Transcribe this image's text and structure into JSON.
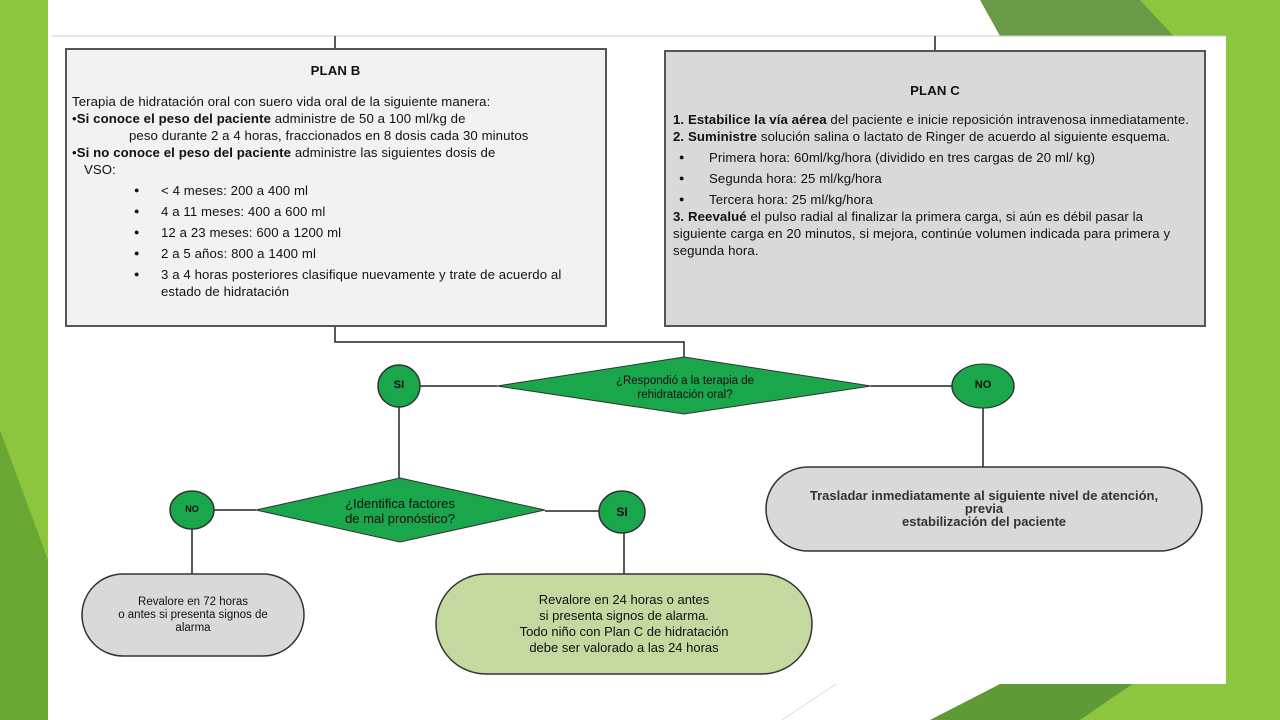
{
  "plan_b": {
    "title": "PLAN B",
    "intro": "Terapia de hidratación oral con suero vida oral de la siguiente manera:",
    "item1_bold": "Si conoce el peso del paciente",
    "item1_rest": " administre de 50 a 100 ml/kg de",
    "item1_cont": "peso durante 2 a 4 horas, fraccionados en 8 dosis cada 30 minutos",
    "item2_bold": "Si no conoce el peso del paciente",
    "item2_rest": " administre las siguientes dosis de",
    "item2_cont": "VSO:",
    "doses": [
      "< 4 meses: 200 a 400 ml",
      "4 a 11 meses: 400 a 600 ml",
      "12 a 23 meses: 600 a 1200 ml",
      "2 a 5 años: 800 a 1400 ml",
      "3 a 4 horas posteriores clasifique nuevamente  y trate de acuerdo al estado de hidratación"
    ]
  },
  "plan_c": {
    "title": "PLAN C",
    "step1_num": "1. ",
    "step1_bold": "Estabilice la vía aérea",
    "step1_rest": " del paciente e inicie reposición intravenosa inmediatamente.",
    "step2_num": "2. ",
    "step2_bold": "Suministre",
    "step2_rest": " solución salina o lactato de Ringer de acuerdo al siguiente esquema.",
    "hours": [
      "Primera hora: 60ml/kg/hora (dividido en tres cargas de 20 ml/ kg)",
      "Segunda hora: 25 ml/kg/hora",
      "Tercera hora: 25 ml/kg/hora"
    ],
    "step3_num": "3. ",
    "step3_bold": "Reevalué",
    "step3_rest": " el pulso radial al finalizar la primera carga, si aún es débil pasar la siguiente carga en 20 minutos, si mejora, continúe  volumen indicada para primera y segunda hora."
  },
  "decision1": {
    "line1": "¿Respondió a la terapia de",
    "line2": "rehidratación oral?"
  },
  "decision2": {
    "line1": "¿Identifica factores",
    "line2": "de mal pronóstico?"
  },
  "labels": {
    "si_top": "SI",
    "no_top": "NO",
    "no_bottom": "NO",
    "si_bottom": "SI"
  },
  "outcome_transfer": {
    "line1": "Trasladar inmediatamente al siguiente nivel de atención,",
    "line2": "previa",
    "line3": "estabilización  del paciente"
  },
  "outcome_72": {
    "line1": "Revalore en 72 horas",
    "line2": "o antes si presenta signos de",
    "line3": "alarma"
  },
  "outcome_24": {
    "line1": "Revalore en 24 horas o antes",
    "line2": "si presenta signos de alarma.",
    "line3": "Todo niño con Plan C de hidratación",
    "line4": "debe ser valorado a las 24 horas"
  },
  "colors": {
    "diamond": "#1aa64a",
    "circle": "#1aa64a",
    "oval_gray": "#d9d9d9",
    "oval_green": "#c4d9a0",
    "lime_accent": "#8cc63f",
    "dark_green_accent": "#4f8c2f"
  }
}
